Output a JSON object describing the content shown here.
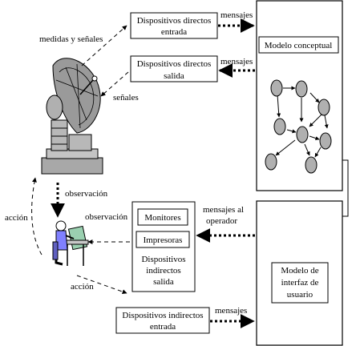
{
  "boxes": {
    "direct_in_1": "Dispositivos directos",
    "direct_in_2": "entrada",
    "direct_out_1": "Dispositivos directos",
    "direct_out_2": "salida",
    "conceptual": "Modelo conceptual",
    "monitores": "Monitores",
    "impresoras": "Impresoras",
    "indirect_out_1": "Dispositivos",
    "indirect_out_2": "indirectos",
    "indirect_out_3": "salida",
    "interface_1": "Modelo de",
    "interface_2": "interfaz de",
    "interface_3": "usuario",
    "indirect_in_1": "Dispositivos indirectos",
    "indirect_in_2": "entrada"
  },
  "labels": {
    "medidas": "medidas y señales",
    "senales": "señales",
    "mensajes_1": "mensajes",
    "mensajes_2": "mensajes",
    "mensajes_op_1": "mensajes al",
    "mensajes_op_2": "operador",
    "mensajes_3": "mensajes",
    "observacion_1": "observación",
    "observacion_2": "observación",
    "accion_1": "acción",
    "accion_2": "acción"
  }
}
